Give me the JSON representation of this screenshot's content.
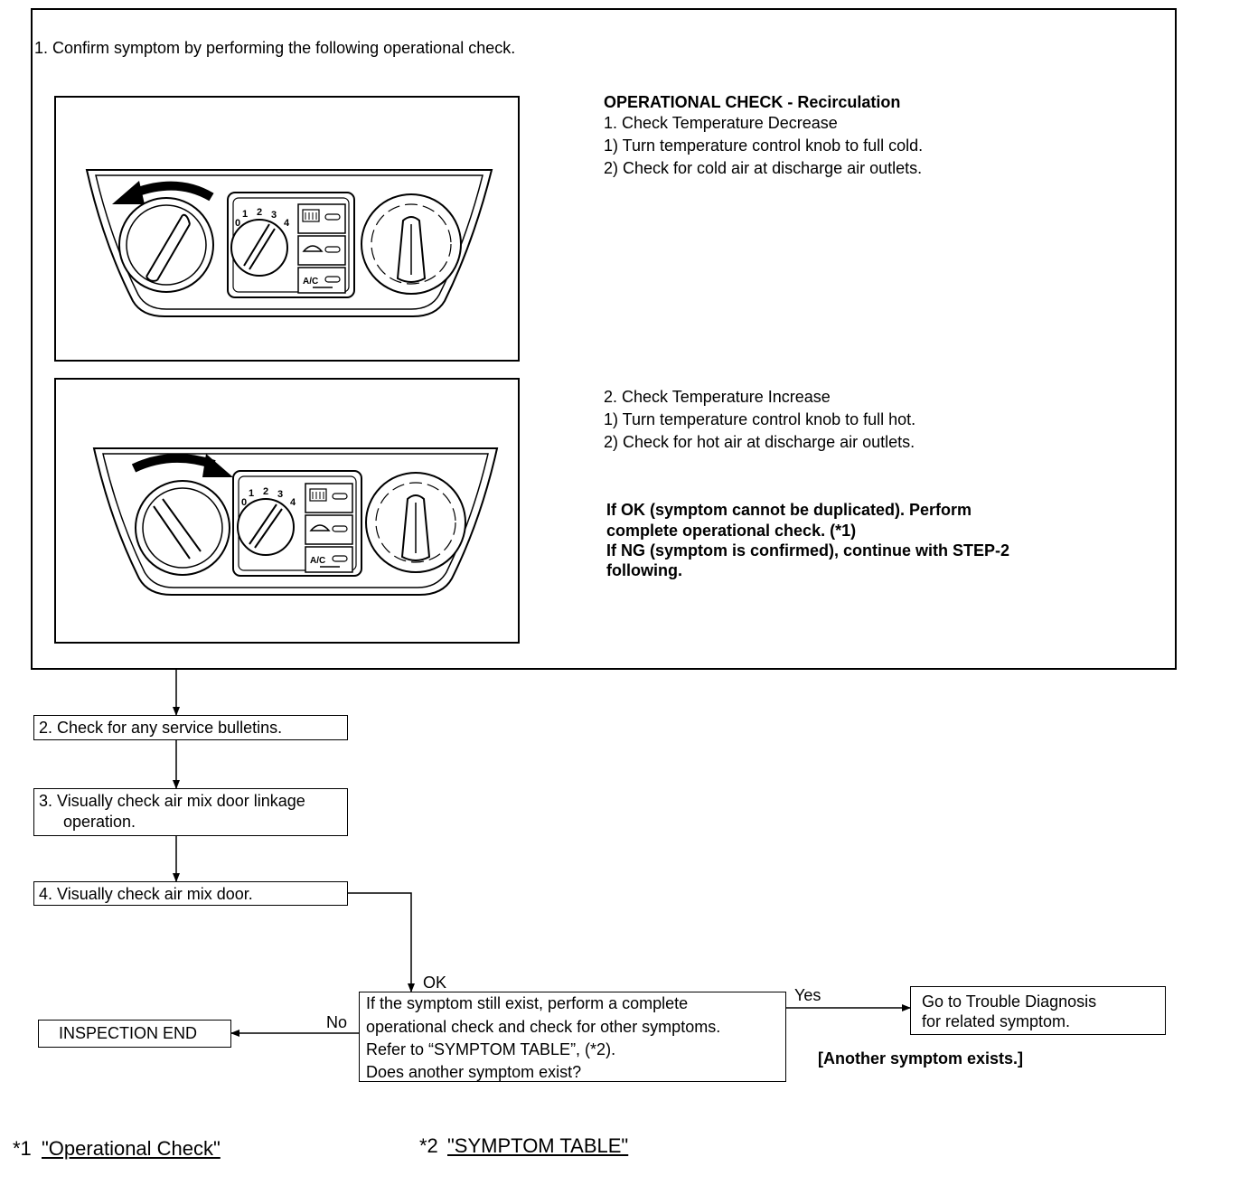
{
  "step1": {
    "heading": "1.  Confirm symptom by performing the following operational check.",
    "op_title": "OPERATIONAL CHECK - Recirculation",
    "check_decrease": [
      "1.  Check Temperature Decrease",
      "1)  Turn temperature control knob to full cold.",
      "2)  Check for cold air at discharge air outlets."
    ],
    "check_increase": [
      "2.  Check Temperature Increase",
      "1)  Turn temperature control knob to full hot.",
      "2)  Check for hot air at discharge air outlets."
    ],
    "result": [
      "If OK (symptom cannot be duplicated).  Perform",
      "complete operational check. (*1)",
      "If NG (symptom  is confirmed), continue with STEP-2",
      "following."
    ]
  },
  "panel": {
    "fan_labels": [
      "0",
      "1",
      "2",
      "3",
      "4"
    ],
    "ac_label": "A/C"
  },
  "step2": "2.  Check for any service bulletins.",
  "step3": [
    "3.  Visually check air mix door linkage",
    "operation."
  ],
  "step4": "4.  Visually check air mix door.",
  "ok_label": "OK",
  "decision": [
    "If the symptom still exist, perform a complete",
    "operational check  and check for other symptoms.",
    "Refer to “SYMPTOM TABLE”, (*2).",
    "Does another symptom exist?"
  ],
  "yes_label": "Yes",
  "no_label": "No",
  "trouble_box": [
    "Go to Trouble Diagnosis",
    "for related symptom."
  ],
  "another_symptom": "[Another symptom exists.]",
  "inspection_end": "INSPECTION END",
  "footnotes": {
    "note1_mark": "*1",
    "note1_link": "\"Operational Check\"",
    "note2_mark": "*2",
    "note2_link": "\"SYMPTOM TABLE\""
  }
}
